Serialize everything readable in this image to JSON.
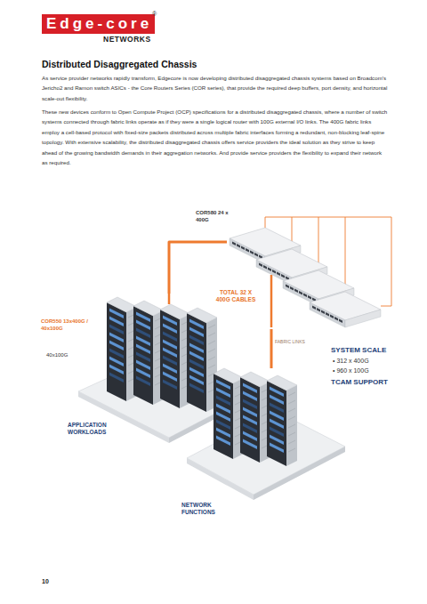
{
  "diagram": {
    "title": "Distributed Disaggregated Chassis",
    "nodes": [
      {
        "text": [
          "COR580 24 x 400G"
        ]
      },
      {
        "text": [
          "COR550 13x400G / 40x100G",
          "APPLICATION WORKLOADS"
        ]
      },
      {
        "text": [
          "NETWORK FUNCTIONS"
        ]
      }
    ],
    "edges": [
      {
        "from": 1,
        "to": 0,
        "arrow": "none",
        "label": "TOTAL 32 X 400G CABLES"
      },
      {
        "from": 2,
        "to": 0,
        "arrow": "none",
        "label": "FABRIC LINKS"
      }
    ],
    "labels": [
      "Edge-core",
      "®",
      "NETWORKS",
      "As service provider networks rapidly transform, Edgecore is now developing distributed disaggregated chassis systems based on Broadcom's Jericho2 and Ramon switch ASICs - the Core Routers Series (COR series), that provide the required deep buffers, port density, and horizontal scale-out flexibility.",
      "These new devices conform to Open Compute Project (OCP) specifications for a distributed disaggregated chassis, where a number of switch systems connected through fabric links operate as if they were a single logical router with 100G external I/O links. The 400G fabric links employ a cell-based protocol with fixed-size packets distributed across multiple fabric interfaces forming a redundant, non-blocking leaf-spine topology. With extensive scalability, the distributed disaggregated chassis offers service providers the ideal solution as they strive to keep ahead of the growing bandwidth demands in their aggregation networks. And provide service providers the flexibility to expand their network as required.",
      "40x100G",
      "SYSTEM SCALE",
      "• 312 x 400G",
      "• 960 x 100G",
      "TCAM SUPPORT",
      "10"
    ]
  }
}
